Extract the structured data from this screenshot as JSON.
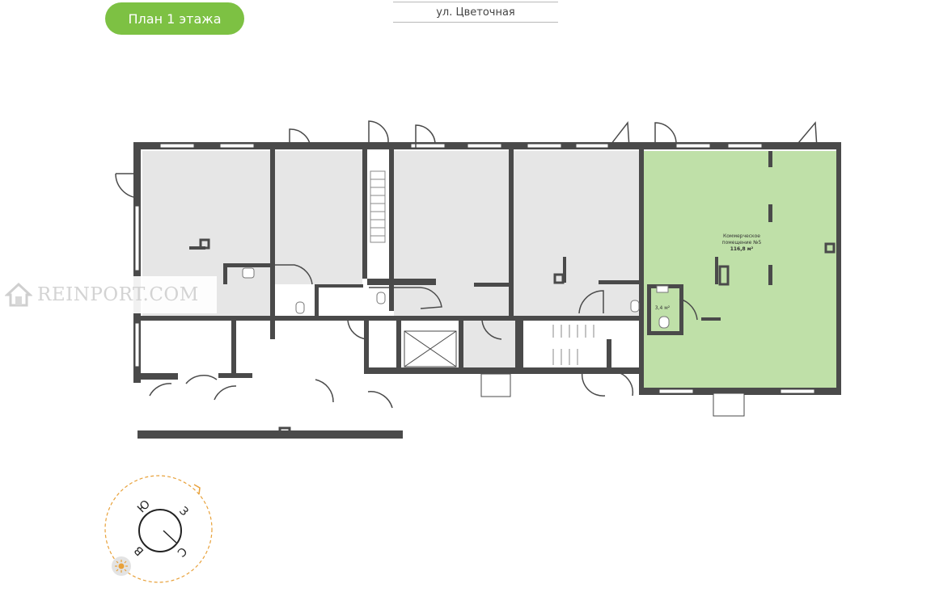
{
  "header": {
    "floor_plan_label": "План 1 этажа",
    "street_label": "ул. Цветочная"
  },
  "unit": {
    "title_line1": "Коммерческое",
    "title_line2": "помещение №5",
    "area": "116,8 м²",
    "bathroom_area": "3,4 м²"
  },
  "compass": {
    "north": "С",
    "south": "Ю",
    "east": "В",
    "west": "З",
    "sun_icon": "sun-icon"
  },
  "watermark": {
    "text": "REINPORT.COM",
    "icon": "house-logo-icon"
  },
  "colors": {
    "accent": "#7dc143",
    "highlight_unit": "#bfe0a8",
    "room_fill": "#e6e6e6",
    "wall": "#4a4a4a",
    "compass_arrow": "#e8a13a"
  }
}
